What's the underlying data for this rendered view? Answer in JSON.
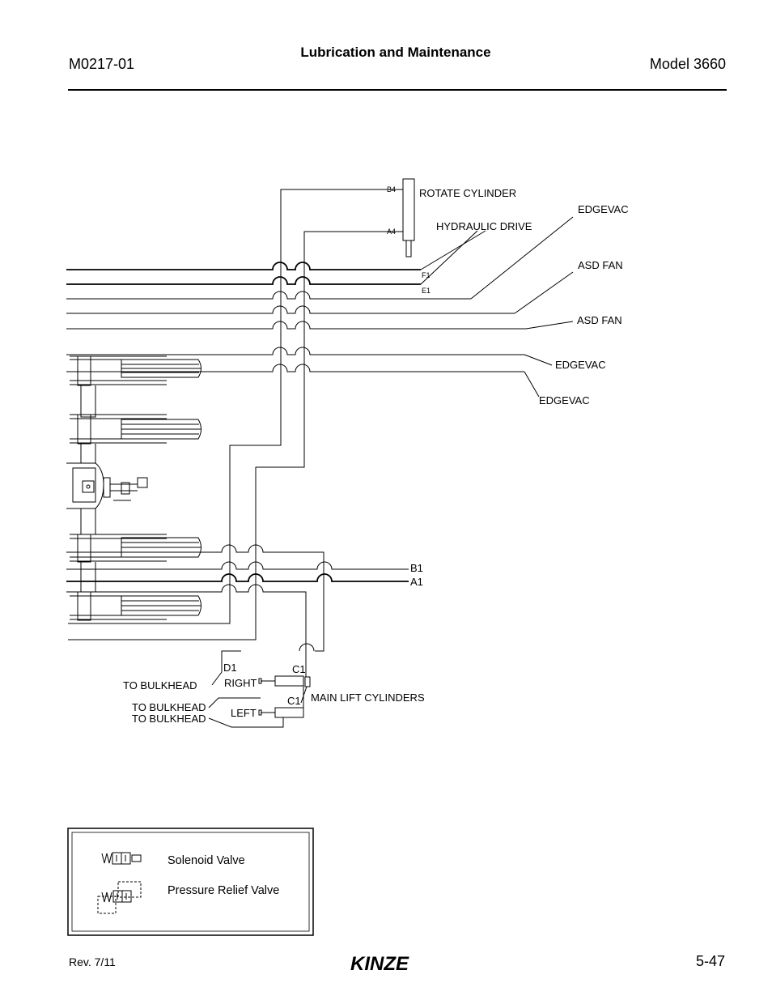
{
  "header": {
    "left": "M0217-01",
    "center": "Lubrication and Maintenance",
    "right": "Model 3660"
  },
  "footer": {
    "left": "Rev. 7/11",
    "right": "5-47",
    "logo": "KINZE"
  },
  "diagram": {
    "labels": {
      "rotate_cylinder": "ROTATE CYLINDER",
      "hydraulic_drive": "HYDRAULIC DRIVE",
      "edgevac_1": "EDGEVAC",
      "asd_fan_1": "ASD FAN",
      "asd_fan_2": "ASD FAN",
      "edgevac_2": "EDGEVAC",
      "edgevac_3": "EDGEVAC",
      "b4": "B4",
      "a4": "A4",
      "f1": "F1",
      "e1": "E1",
      "b1": "B1",
      "a1": "A1",
      "d1": "D1",
      "c1_right": "C1",
      "c1_left": "C1",
      "right": "RIGHT",
      "left": "LEFT",
      "to_bulkhead_1": "TO BULKHEAD",
      "to_bulkhead_2": "TO BULKHEAD",
      "to_bulkhead_3": "TO BULKHEAD",
      "main_lift_cylinders": "MAIN LIFT CYLINDERS"
    }
  },
  "legend": {
    "items": [
      {
        "label": "Solenoid Valve",
        "icon": "solenoid-valve-icon"
      },
      {
        "label": "Pressure Relief Valve",
        "icon": "pressure-relief-valve-icon"
      }
    ]
  }
}
